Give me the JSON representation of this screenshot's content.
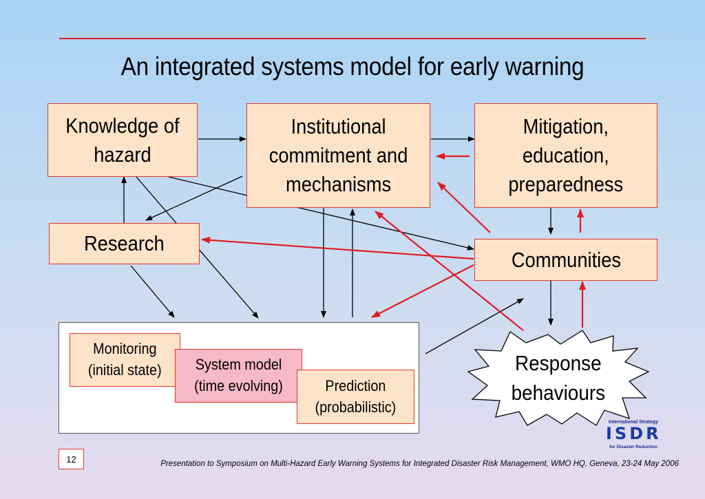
{
  "slide": {
    "title": "An integrated systems model for early warning",
    "page_number": "12",
    "footer": "Presentation to Symposium on Multi-Hazard Early Warning Systems for Integrated Disaster Risk Management, WMO HQ, Geneva, 23-24 May 2006"
  },
  "nodes": {
    "knowledge": [
      "Knowledge of",
      "hazard"
    ],
    "institutional": [
      "Institutional",
      "commitment and",
      "mechanisms"
    ],
    "mitigation": [
      "Mitigation,",
      "education,",
      "preparedness"
    ],
    "research": [
      "Research"
    ],
    "communities": [
      "Communities"
    ],
    "response": [
      "Response",
      "behaviours"
    ]
  },
  "panel": {
    "monitoring": [
      "Monitoring",
      "(initial state)"
    ],
    "system_model": [
      "System model",
      "(time evolving)"
    ],
    "prediction": [
      "Prediction",
      "(probabilistic)"
    ]
  },
  "logo": {
    "top": "International Strategy",
    "main": "ISDR",
    "bottom": "for Disaster Reduction"
  },
  "colors": {
    "box_fill": "#fde3c8",
    "box_border": "#e03a2a",
    "system_model_fill": "#f7b8c8",
    "feedback_arrow": "#e01b24",
    "flow_arrow": "#000000"
  }
}
